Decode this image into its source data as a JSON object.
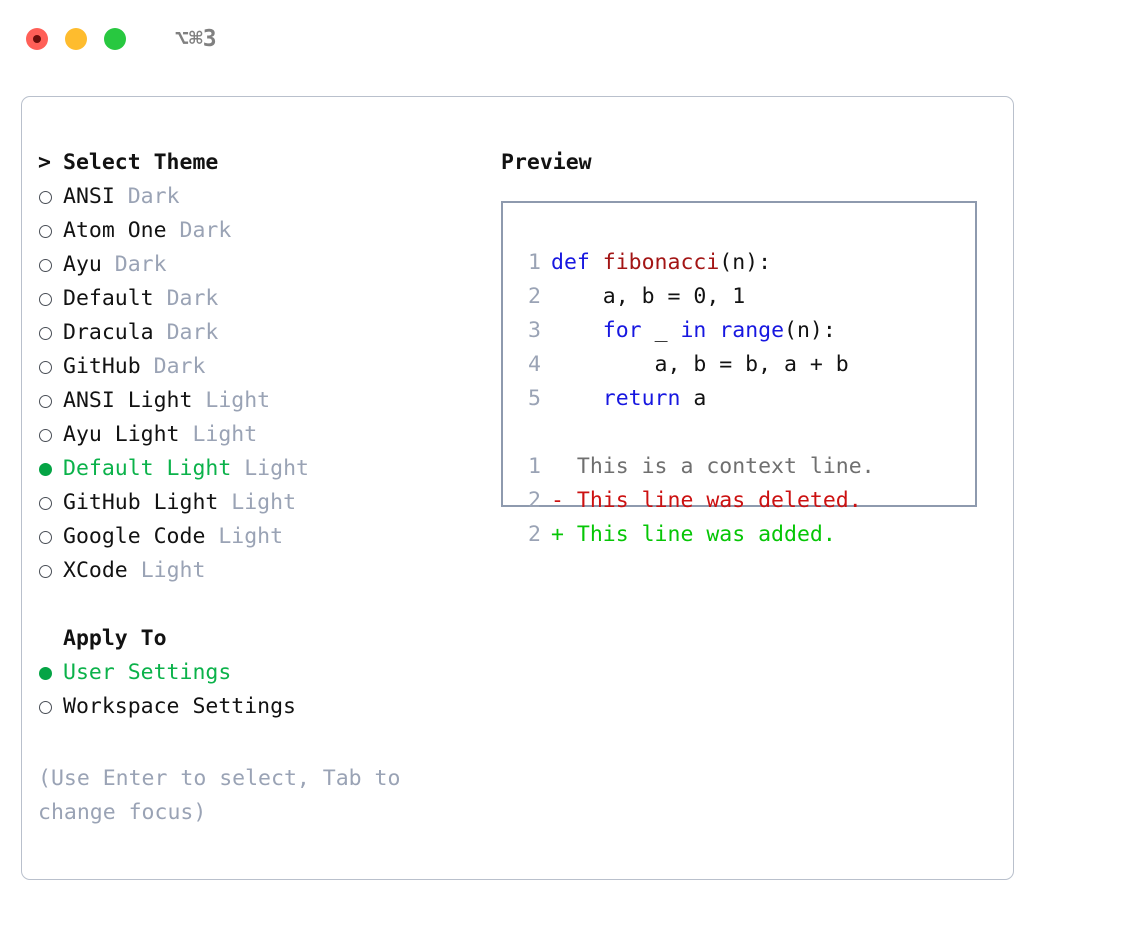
{
  "titlebar": {
    "shortcut": "⌥⌘3",
    "lights": [
      "close-red",
      "minimize-amber",
      "maximize-green"
    ]
  },
  "theme_panel": {
    "header": "Select Theme",
    "caret": ">",
    "items": [
      {
        "name": "ANSI",
        "variant": "Dark",
        "selected": false
      },
      {
        "name": "Atom One",
        "variant": "Dark",
        "selected": false
      },
      {
        "name": "Ayu",
        "variant": "Dark",
        "selected": false
      },
      {
        "name": "Default",
        "variant": "Dark",
        "selected": false
      },
      {
        "name": "Dracula",
        "variant": "Dark",
        "selected": false
      },
      {
        "name": "GitHub",
        "variant": "Dark",
        "selected": false
      },
      {
        "name": "ANSI Light",
        "variant": "Light",
        "selected": false
      },
      {
        "name": "Ayu Light",
        "variant": "Light",
        "selected": false
      },
      {
        "name": "Default Light",
        "variant": "Light",
        "selected": true
      },
      {
        "name": "GitHub Light",
        "variant": "Light",
        "selected": false
      },
      {
        "name": "Google Code",
        "variant": "Light",
        "selected": false
      },
      {
        "name": "XCode",
        "variant": "Light",
        "selected": false
      }
    ]
  },
  "apply_to": {
    "header": "Apply To",
    "items": [
      {
        "name": "User Settings",
        "selected": true
      },
      {
        "name": "Workspace Settings",
        "selected": false
      }
    ]
  },
  "hint": "(Use Enter to select, Tab to change focus)",
  "preview": {
    "title": "Preview",
    "code_lines": [
      {
        "num": "1",
        "segments": [
          {
            "text": "def ",
            "style": "kw"
          },
          {
            "text": "fibonacci",
            "style": "fn"
          },
          {
            "text": "(n):",
            "style": "pln"
          }
        ]
      },
      {
        "num": "2",
        "segments": [
          {
            "text": "    a, b = 0, 1",
            "style": "pln"
          }
        ]
      },
      {
        "num": "3",
        "segments": [
          {
            "text": "    ",
            "style": "pln"
          },
          {
            "text": "for",
            "style": "kw"
          },
          {
            "text": " _ ",
            "style": "pln"
          },
          {
            "text": "in",
            "style": "kw"
          },
          {
            "text": " ",
            "style": "pln"
          },
          {
            "text": "range",
            "style": "kw"
          },
          {
            "text": "(n):",
            "style": "pln"
          }
        ]
      },
      {
        "num": "4",
        "segments": [
          {
            "text": "        a, b = b, a + b",
            "style": "pln"
          }
        ]
      },
      {
        "num": "5",
        "segments": [
          {
            "text": "    ",
            "style": "pln"
          },
          {
            "text": "return",
            "style": "kw"
          },
          {
            "text": " a",
            "style": "pln"
          }
        ]
      }
    ],
    "diff_lines": [
      {
        "num": "1",
        "marker": " ",
        "text": "This is a context line.",
        "kind": "ctx"
      },
      {
        "num": "2",
        "marker": "-",
        "text": "This line was deleted.",
        "kind": "del"
      },
      {
        "num": "2",
        "marker": "+",
        "text": "This line was added.",
        "kind": "add"
      }
    ]
  },
  "colors": {
    "selected_green": "#0bb24a",
    "bullet_green": "#05a445",
    "muted_gray": "#9aa3b5",
    "keyword_blue": "#1717e0",
    "function_red": "#a31515",
    "diff_add_green": "#06c606",
    "diff_del_red": "#cc1111",
    "border_gray": "#b9c0cc",
    "preview_border": "#8e9aae"
  }
}
